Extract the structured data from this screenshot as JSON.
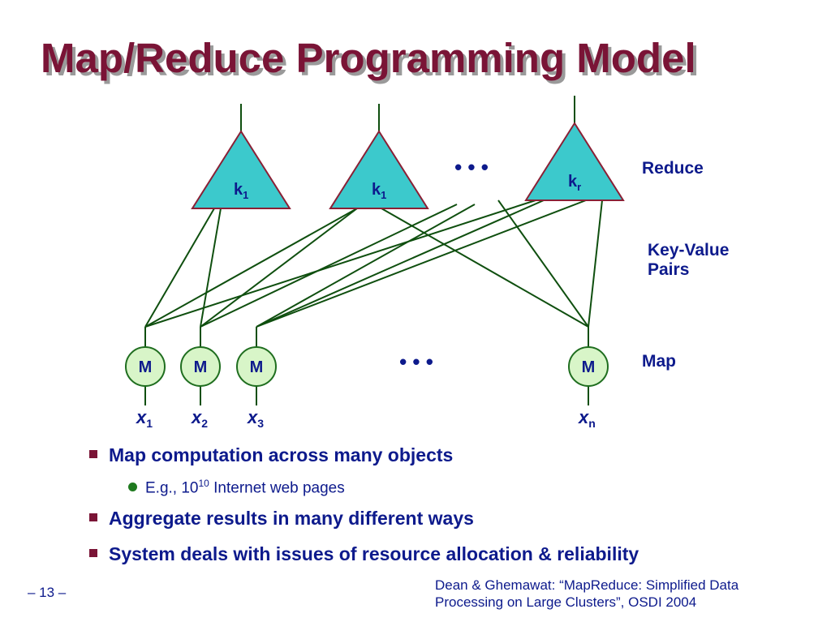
{
  "title": "Map/Reduce Programming Model",
  "diagram": {
    "reducers": [
      {
        "label": "k",
        "sub": "1"
      },
      {
        "label": "k",
        "sub": "1"
      },
      {
        "label": "k",
        "sub": "r"
      }
    ],
    "mappers": [
      {
        "label": "M",
        "input": "x",
        "input_sub": "1"
      },
      {
        "label": "M",
        "input": "x",
        "input_sub": "2"
      },
      {
        "label": "M",
        "input": "x",
        "input_sub": "3"
      },
      {
        "label": "M",
        "input": "x",
        "input_sub": "n"
      }
    ],
    "ellipsis_top": "• • •",
    "ellipsis_bottom": "• • •",
    "side_labels": {
      "reduce": "Reduce",
      "key_value_line1": "Key-Value",
      "key_value_line2": "Pairs",
      "map": "Map"
    },
    "colors": {
      "reducer_fill": "#3cc9cc",
      "reducer_stroke": "#8a2035",
      "mapper_fill": "#d8f5c8",
      "mapper_stroke": "#1f6e1f",
      "line": "#0f4f0f",
      "text": "#0d1a8c"
    }
  },
  "bullets": [
    {
      "text": "Map computation across many objects",
      "sub": {
        "prefix": "E.g., 10",
        "exp": "10",
        "suffix": " Internet web pages"
      }
    },
    {
      "text": "Aggregate results in many different ways"
    },
    {
      "text": "System deals with issues of resource allocation & reliability"
    }
  ],
  "footer": {
    "page": "– 13 –",
    "citation_line1": "Dean & Ghemawat: “MapReduce: Simplified Data",
    "citation_line2": "Processing on Large Clusters”, OSDI 2004"
  },
  "theme": {
    "title_color": "#7a1436",
    "text_color": "#0d1a8c",
    "bullet_square": "#7a1436",
    "bullet_dot": "#1f7a1f"
  }
}
